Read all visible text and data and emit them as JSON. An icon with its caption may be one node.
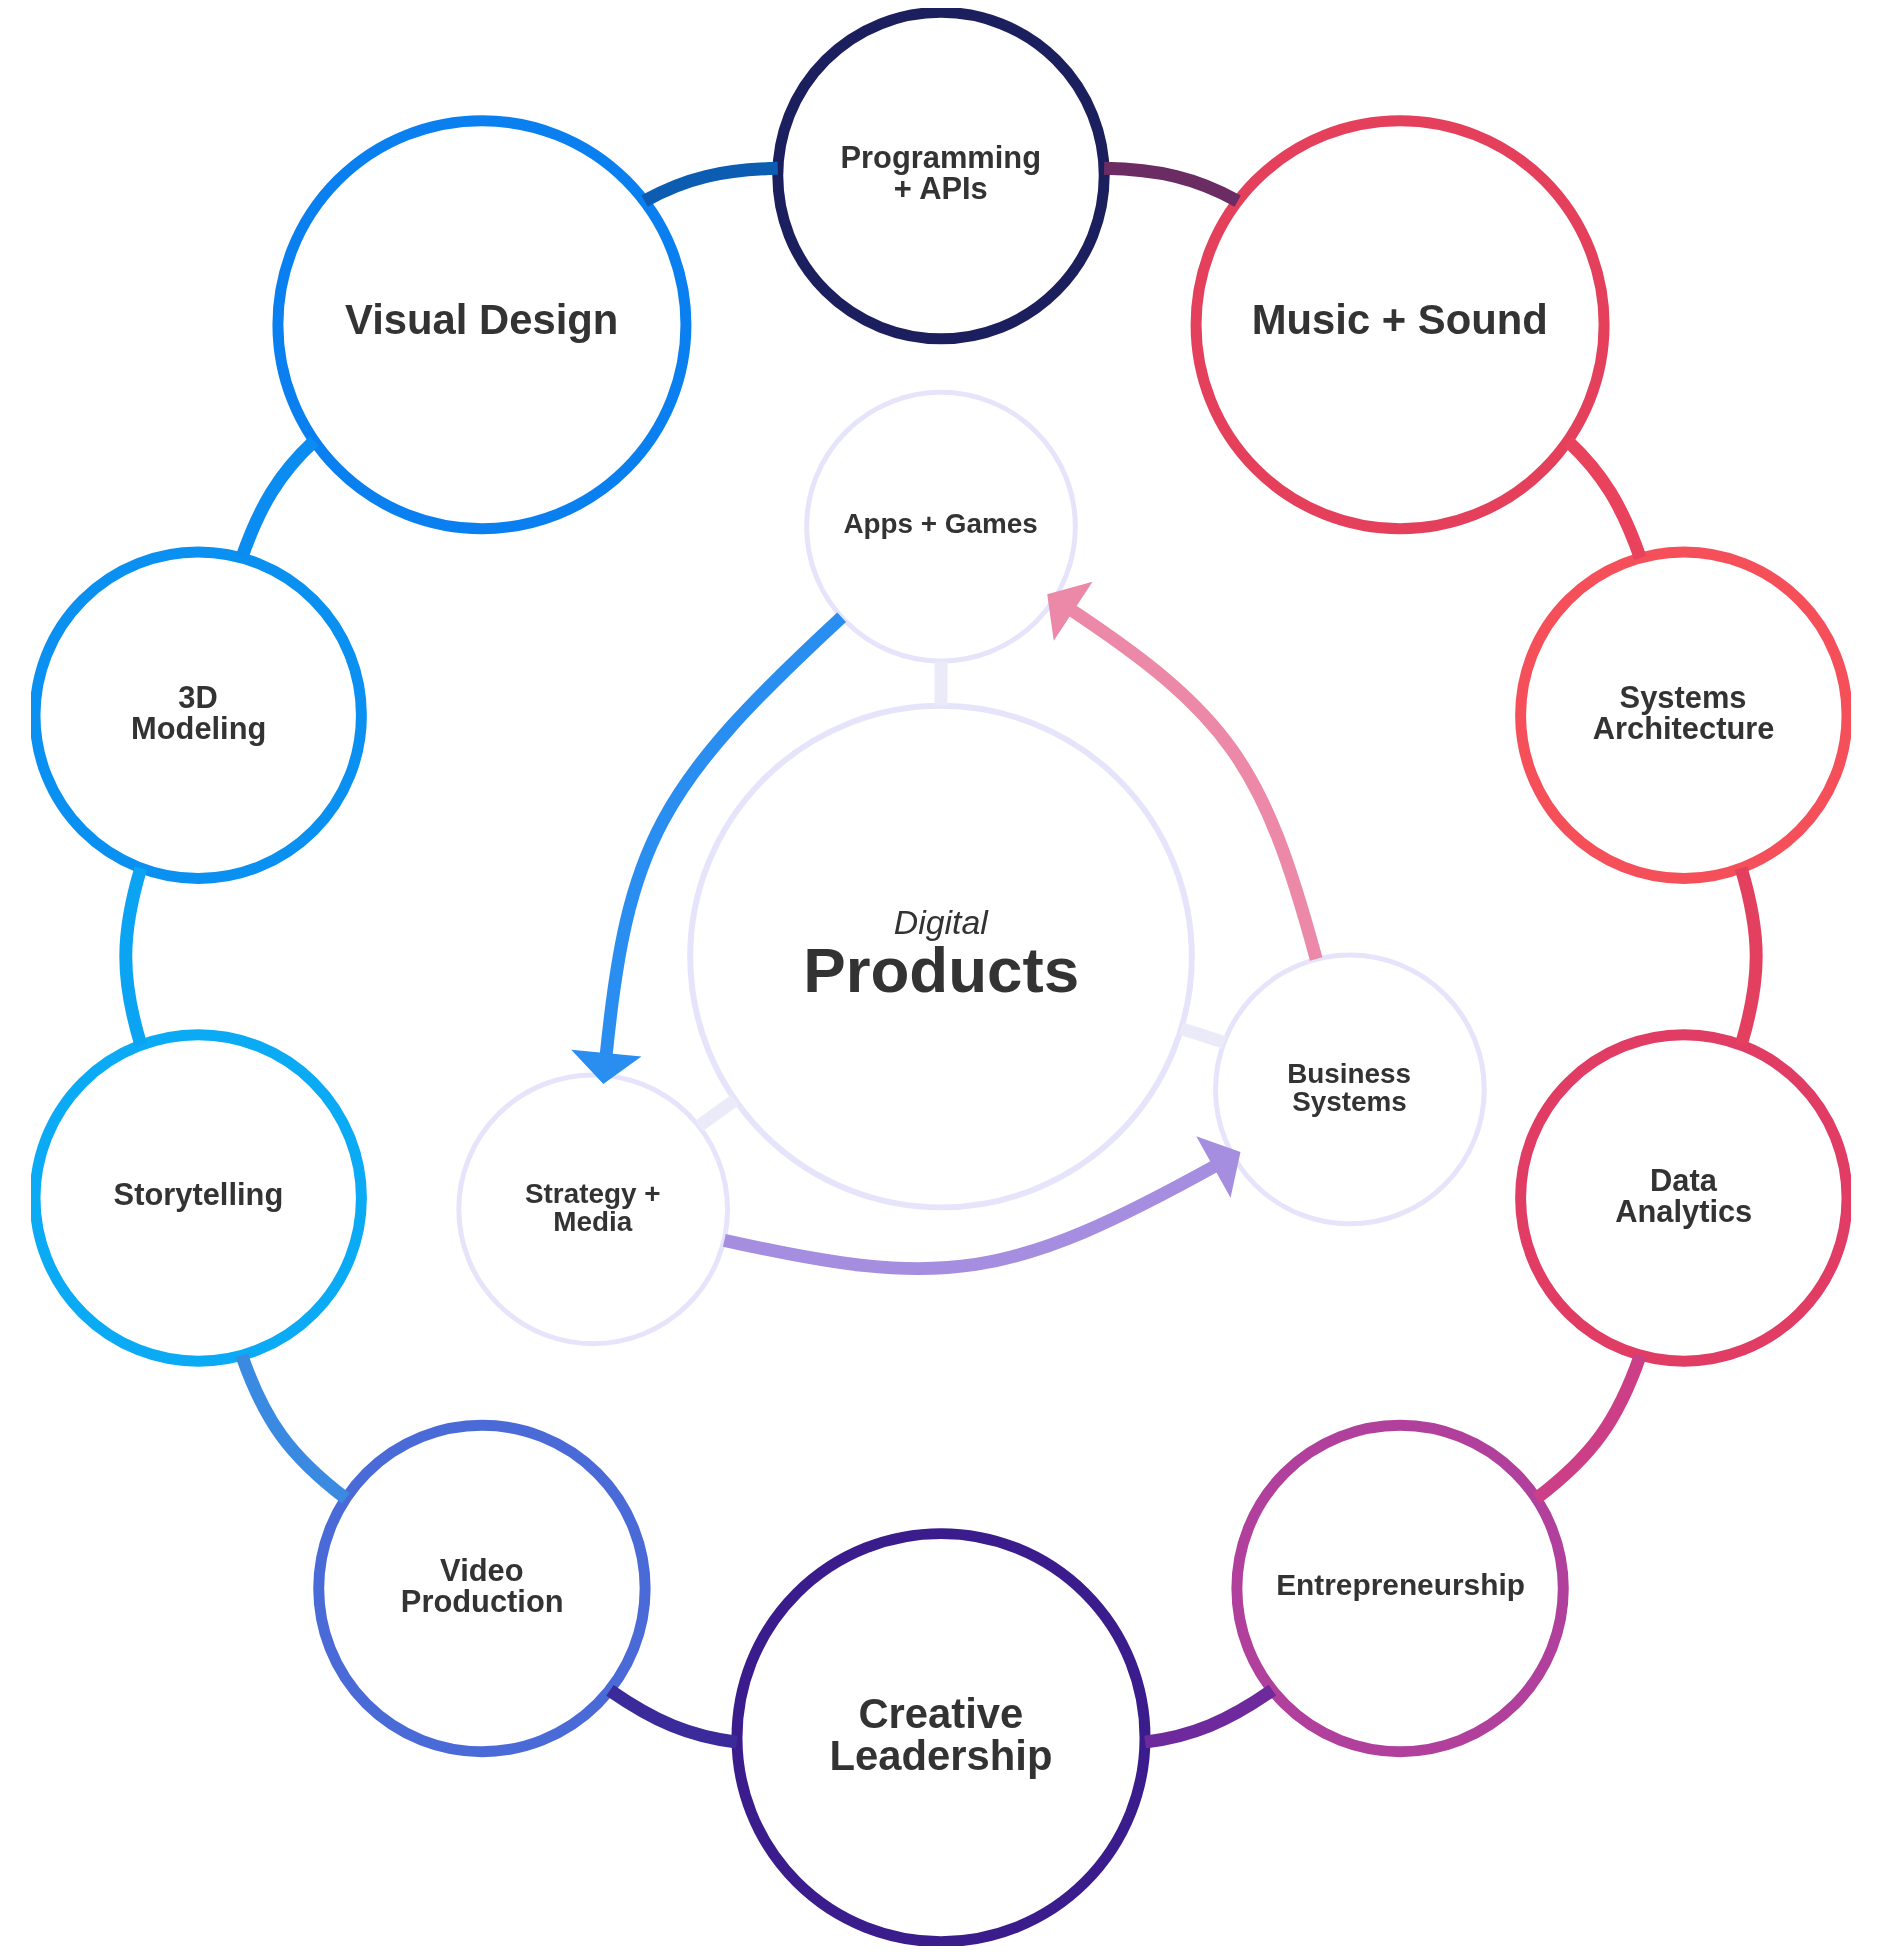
{
  "diagram": {
    "nodes": [
      {
        "text": [
          "Programming + APIs"
        ]
      },
      {
        "text": [
          "Visual Design"
        ]
      },
      {
        "text": [
          "Music + Sound"
        ]
      },
      {
        "text": [
          "Apps + Games"
        ]
      },
      {
        "text": [
          "3D Modeling"
        ]
      },
      {
        "text": [
          "Systems Architecture"
        ]
      },
      {
        "text": [
          "Digital",
          "Products"
        ]
      },
      {
        "text": [
          "Storytelling"
        ]
      },
      {
        "text": [
          "Strategy + Media"
        ]
      },
      {
        "text": [
          "Business Systems"
        ]
      },
      {
        "text": [
          "Data Analytics"
        ]
      },
      {
        "text": [
          "Video Production"
        ]
      },
      {
        "text": [
          "Entrepreneurship"
        ]
      },
      {
        "text": [
          "Creative Leadership"
        ]
      }
    ],
    "edges": [
      {
        "from": 0,
        "to": 2,
        "arrow": "none",
        "color": "#6a2c62"
      },
      {
        "from": 2,
        "to": 5,
        "arrow": "none",
        "color": "#e8425c"
      },
      {
        "from": 5,
        "to": 10,
        "arrow": "none",
        "color": "#e33f5f"
      },
      {
        "from": 10,
        "to": 12,
        "arrow": "none",
        "color": "#cc3f86"
      },
      {
        "from": 12,
        "to": 13,
        "arrow": "none",
        "color": "#6e2a9c"
      },
      {
        "from": 13,
        "to": 11,
        "arrow": "none",
        "color": "#3b2a9a"
      },
      {
        "from": 11,
        "to": 7,
        "arrow": "none",
        "color": "#3a8ae2"
      },
      {
        "from": 7,
        "to": 4,
        "arrow": "none",
        "color": "#0aa4f2"
      },
      {
        "from": 4,
        "to": 1,
        "arrow": "none",
        "color": "#0a8cf0"
      },
      {
        "from": 1,
        "to": 0,
        "arrow": "none",
        "color": "#0c5cb2"
      },
      {
        "from": 6,
        "to": 3,
        "arrow": "none",
        "color": "#ebeaf8"
      },
      {
        "from": 6,
        "to": 8,
        "arrow": "none",
        "color": "#ebeaf8"
      },
      {
        "from": 6,
        "to": 9,
        "arrow": "none",
        "color": "#ebeaf8"
      },
      {
        "from": 3,
        "to": 8,
        "arrow": "to",
        "color": "#2a8ef0"
      },
      {
        "from": 8,
        "to": 9,
        "arrow": "to",
        "color": "#a58de0"
      },
      {
        "from": 9,
        "to": 3,
        "arrow": "to",
        "color": "#ec88a8"
      }
    ]
  }
}
